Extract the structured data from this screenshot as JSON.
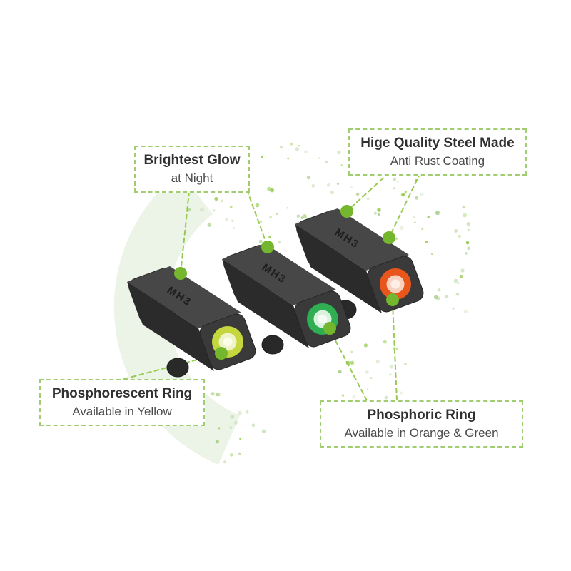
{
  "callouts": {
    "brightest_glow": {
      "title": "Brightest Glow",
      "subtitle": "at Night"
    },
    "steel_quality": {
      "title": "Hige Quality Steel Made",
      "subtitle": "Anti Rust Coating"
    },
    "phosphorescent_ring": {
      "title": "Phosphorescent Ring",
      "subtitle": "Available in Yellow"
    },
    "phosphoric_ring": {
      "title": "Phosphoric Ring",
      "subtitle": "Available in Orange & Green"
    }
  },
  "sights": [
    {
      "id": "yellow-sight",
      "engraving": "MH3",
      "ring_color": "#c6d63e",
      "ring_inner": "#eff4c8",
      "ring_center": "#fcfde9"
    },
    {
      "id": "green-sight",
      "engraving": "MH3",
      "ring_color": "#2fae52",
      "ring_inner": "#d9f2de",
      "ring_center": "#f4fcf4"
    },
    {
      "id": "orange-sight",
      "engraving": "MH3",
      "ring_color": "#e9561c",
      "ring_inner": "#f8d2c0",
      "ring_center": "#fdefe6"
    }
  ],
  "colors": {
    "accent_green": "#8cc63f",
    "dot_green": "#74b62e",
    "arc_fill": "#e9f3e3",
    "body_dark": "#3a3a3b"
  }
}
